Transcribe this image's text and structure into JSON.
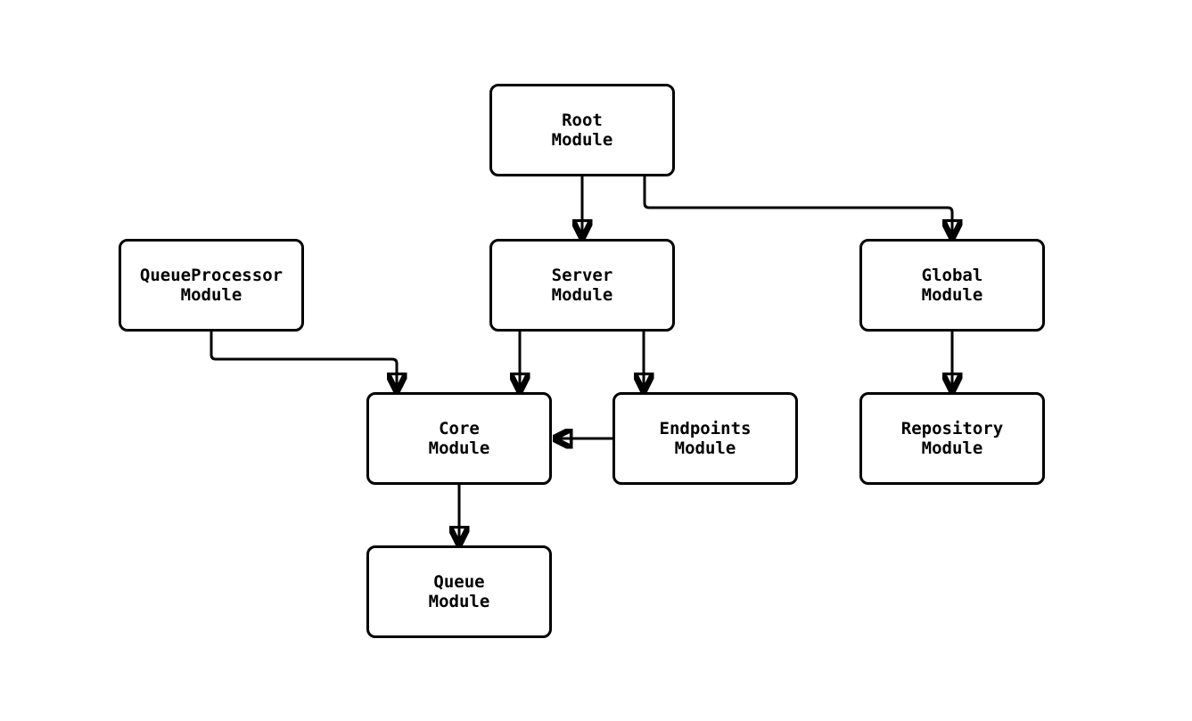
{
  "diagram": {
    "type": "flowchart",
    "background_color": "#ffffff",
    "stroke_color": "#000000",
    "text_color": "#000000",
    "nodes": {
      "root": {
        "label": "Root\nModule"
      },
      "server": {
        "label": "Server\nModule"
      },
      "queue_processor": {
        "label": "QueueProcessor\nModule"
      },
      "global": {
        "label": "Global\nModule"
      },
      "core": {
        "label": "Core\nModule"
      },
      "endpoints": {
        "label": "Endpoints\nModule"
      },
      "repository": {
        "label": "Repository\nModule"
      },
      "queue": {
        "label": "Queue\nModule"
      }
    },
    "edges": [
      {
        "from": "root",
        "to": "server"
      },
      {
        "from": "root",
        "to": "global"
      },
      {
        "from": "queue_processor",
        "to": "core"
      },
      {
        "from": "server",
        "to": "core"
      },
      {
        "from": "server",
        "to": "endpoints"
      },
      {
        "from": "endpoints",
        "to": "core"
      },
      {
        "from": "global",
        "to": "repository"
      },
      {
        "from": "core",
        "to": "queue"
      }
    ]
  }
}
